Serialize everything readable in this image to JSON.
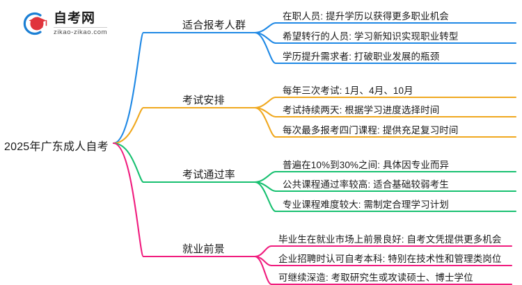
{
  "logo": {
    "mark_name": "zikao-logo-mark",
    "title": "自考网",
    "domain": "zikao-zikao.com",
    "arc_color": "#1B7FD4",
    "cap_color": "#E0343C"
  },
  "mindmap": {
    "root": {
      "label": "2025年广东成人自考"
    },
    "branches": [
      {
        "label": "适合报考人群",
        "color": "#1E88E5",
        "leaves": [
          "在职人员: 提升学历以获得更多职业机会",
          "希望转行的人员: 学习新知识实现职业转型",
          "学历提升需求者: 打破职业发展的瓶颈"
        ]
      },
      {
        "label": "考试安排",
        "color": "#F0A81E",
        "leaves": [
          "每年三次考试: 1月、4月、10月",
          "考试持续两天: 根据学习进度选择时间",
          "每次最多报考四门课程: 提供充足复习时间"
        ]
      },
      {
        "label": "考试通过率",
        "color": "#17C070",
        "leaves": [
          "普遍在10%到30%之间: 具体因专业而异",
          "公共课程通过率较高: 适合基础较弱考生",
          "专业课程难度较大: 需制定合理学习计划"
        ]
      },
      {
        "label": "就业前景",
        "color": "#F01C7E",
        "leaves": [
          "毕业生在就业市场上前景良好: 自考文凭提供更多机会",
          "企业招聘时认可自考本科: 特别在技术性和管理类岗位",
          "可继续深造: 考取研究生或攻读硕士、博士学位"
        ]
      }
    ]
  }
}
